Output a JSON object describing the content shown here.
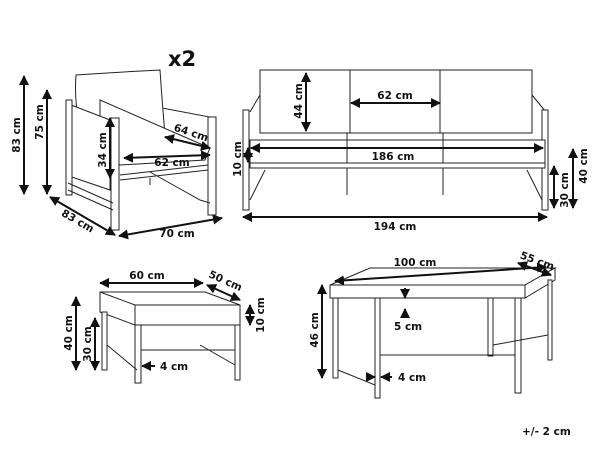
{
  "armchair": {
    "quantity": "x2",
    "total_height": "83 cm",
    "arm_height": "75 cm",
    "back_cushion_height": "34 cm",
    "seat_depth": "64 cm",
    "seat_width": "62 cm",
    "depth": "83 cm",
    "width": "70 cm"
  },
  "sofa": {
    "back_cushion_height": "44 cm",
    "cushion_width": "62 cm",
    "seat_cushion_thickness": "10 cm",
    "seat_width": "186 cm",
    "seat_frame_height": "30 cm",
    "seat_height": "40 cm",
    "total_width": "194 cm"
  },
  "ottoman": {
    "width": "60 cm",
    "depth": "50 cm",
    "cushion_thickness": "10 cm",
    "height": "40 cm",
    "frame_height": "30 cm",
    "leg_width": "4 cm"
  },
  "table": {
    "length": "100 cm",
    "depth": "55 cm",
    "height": "46 cm",
    "top_thickness": "5 cm",
    "leg_width": "4 cm"
  },
  "tolerance": "+/- 2 cm"
}
